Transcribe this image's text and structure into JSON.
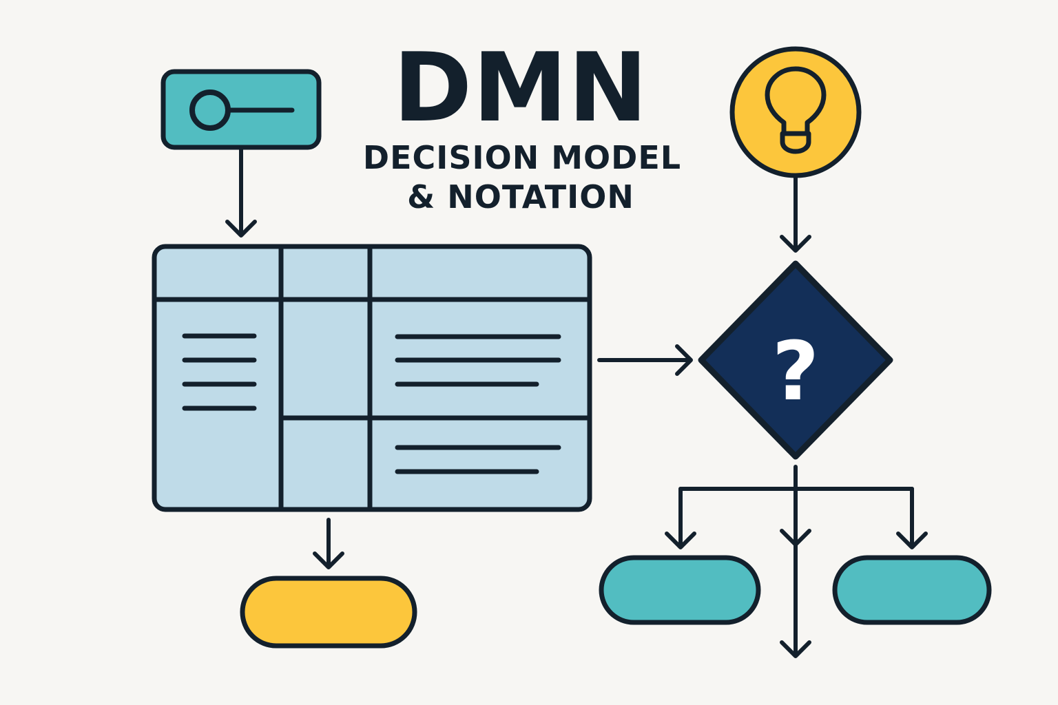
{
  "title": {
    "main": "DMN",
    "subtitle_line1": "DECISION MODEL",
    "subtitle_line2": "& NOTATION"
  },
  "decision": {
    "symbol": "?"
  },
  "icons": {
    "input_data": "input-data-toggle-icon",
    "knowledge": "lightbulb-icon",
    "decision": "question-mark-icon"
  },
  "colors": {
    "background": "#f7f6f3",
    "outline": "#13202c",
    "teal": "#52bdc1",
    "yellow": "#fcc63c",
    "table_fill": "#bfdbe8",
    "decision_fill": "#132f58",
    "decision_symbol": "#ffffff"
  }
}
